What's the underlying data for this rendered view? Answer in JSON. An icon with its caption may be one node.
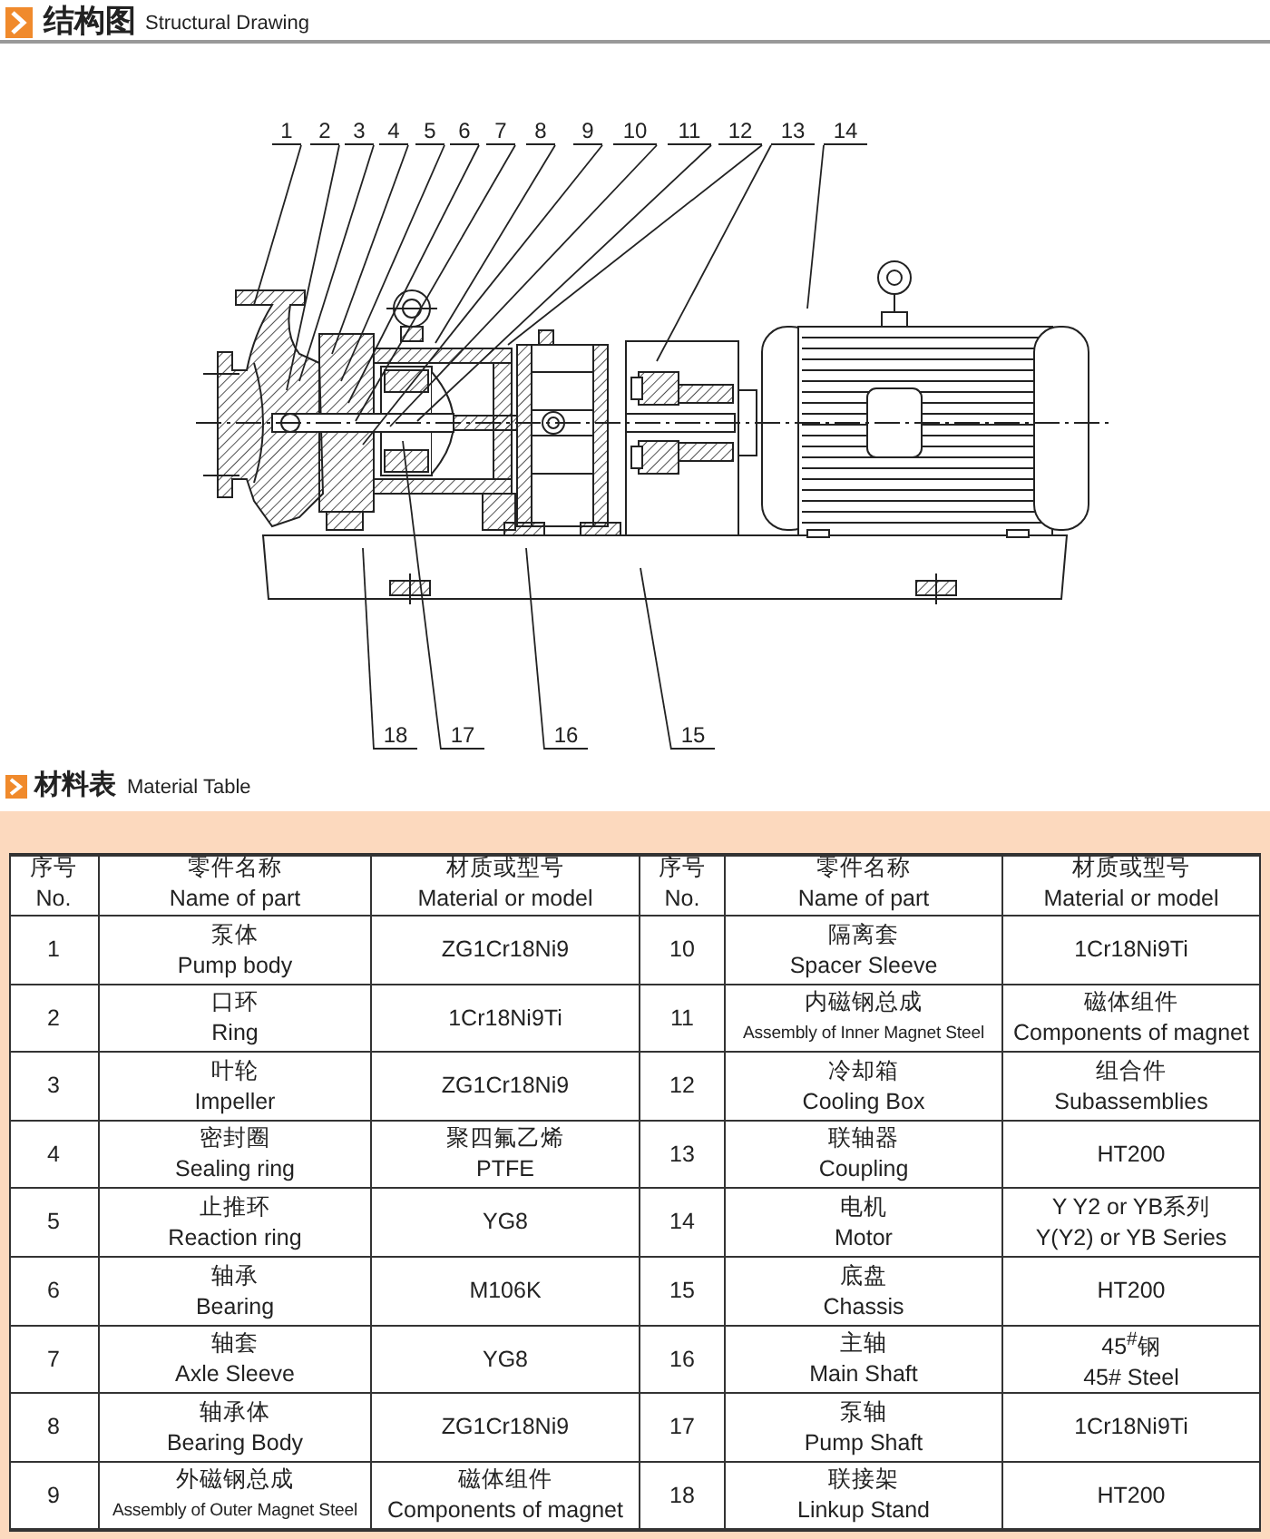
{
  "diagram": {
    "nodes": [
      {
        "text": [
          "1"
        ]
      },
      {
        "text": [
          "2"
        ]
      },
      {
        "text": [
          "3"
        ]
      },
      {
        "text": [
          "4"
        ]
      },
      {
        "text": [
          "5"
        ]
      },
      {
        "text": [
          "6"
        ]
      },
      {
        "text": [
          "7"
        ]
      },
      {
        "text": [
          "8"
        ]
      },
      {
        "text": [
          "9"
        ]
      },
      {
        "text": [
          "10"
        ]
      },
      {
        "text": [
          "11"
        ]
      },
      {
        "text": [
          "12"
        ]
      },
      {
        "text": [
          "13"
        ]
      },
      {
        "text": [
          "14"
        ]
      },
      {
        "text": [
          "18"
        ]
      },
      {
        "text": [
          "17"
        ]
      },
      {
        "text": [
          "16"
        ]
      },
      {
        "text": [
          "15"
        ]
      }
    ],
    "edges": [
      {
        "from": 0,
        "to": null,
        "arrow": "none"
      },
      {
        "from": 1,
        "to": null,
        "arrow": "none"
      },
      {
        "from": 2,
        "to": null,
        "arrow": "none"
      },
      {
        "from": 3,
        "to": null,
        "arrow": "none"
      },
      {
        "from": 4,
        "to": null,
        "arrow": "none"
      },
      {
        "from": 5,
        "to": null,
        "arrow": "none"
      },
      {
        "from": 6,
        "to": null,
        "arrow": "none"
      },
      {
        "from": 7,
        "to": null,
        "arrow": "none"
      },
      {
        "from": 8,
        "to": null,
        "arrow": "none"
      },
      {
        "from": 9,
        "to": null,
        "arrow": "none"
      },
      {
        "from": 10,
        "to": null,
        "arrow": "none"
      },
      {
        "from": 11,
        "to": null,
        "arrow": "none"
      },
      {
        "from": 12,
        "to": null,
        "arrow": "none"
      },
      {
        "from": 13,
        "to": null,
        "arrow": "none"
      },
      {
        "from": 14,
        "to": null,
        "arrow": "none"
      },
      {
        "from": 15,
        "to": null,
        "arrow": "none"
      },
      {
        "from": 16,
        "to": null,
        "arrow": "none"
      },
      {
        "from": 17,
        "to": null,
        "arrow": "none"
      }
    ],
    "labels": [
      "结构图",
      "Structural Drawing",
      "材料表",
      "Material Table",
      "序号",
      "No.",
      "零件名称",
      "Name of part",
      "材质或型号",
      "Material or model",
      "序号",
      "No.",
      "零件名称",
      "Name of part",
      "材质或型号",
      "Material or model",
      "1",
      "泵体",
      "Pump body",
      "ZG1Cr18Ni9",
      "10",
      "隔离套",
      "Spacer Sleeve",
      "1Cr18Ni9Ti",
      "2",
      "口环",
      "Ring",
      "1Cr18Ni9Ti",
      "11",
      "内磁钢总成",
      "Assembly of Inner Magnet Steel",
      "磁体组件",
      "Components of magnet",
      "3",
      "叶轮",
      "Impeller",
      "ZG1Cr18Ni9",
      "12",
      "冷却箱",
      "Cooling Box",
      "组合件",
      "Subassemblies",
      "4",
      "密封圈",
      "Sealing ring",
      "聚四氟乙烯",
      "PTFE",
      "13",
      "联轴器",
      "Coupling",
      "HT200",
      "5",
      "止推环",
      "Reaction ring",
      "YG8",
      "14",
      "电机",
      "Motor",
      "Y Y2 or YB系列",
      "Y(Y2) or YB Series",
      "6",
      "轴承",
      "Bearing",
      "M106K",
      "15",
      "底盘",
      "Chassis",
      "HT200",
      "7",
      "轴套",
      "Axle Sleeve",
      "YG8",
      "16",
      "主轴",
      "Main Shaft",
      "45$^{#}$钢",
      "45# Steel",
      "8",
      "轴承体",
      "Bearing Body",
      "ZG1Cr18Ni9",
      "17",
      "泵轴",
      "Pump Shaft",
      "1Cr18Ni9Ti",
      "9",
      "外磁钢总成",
      "Assembly of Outer Magnet Steel",
      "磁体组件",
      "Components of magnet",
      "18",
      "联接架",
      "Linkup Stand",
      "HT200"
    ]
  }
}
